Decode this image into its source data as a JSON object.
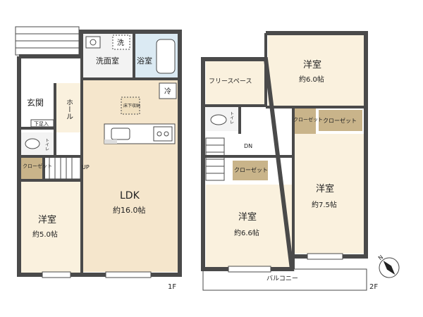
{
  "floor1": {
    "label": "1F",
    "rooms": {
      "genkan": "玄関",
      "hall": "ホール",
      "shitasoku": "下足入",
      "toilet": "トイレ",
      "closet": "クローゼット",
      "senmen": "洗面室",
      "sen": "洗",
      "yokushitsu": "浴室",
      "rei": "冷",
      "yukashita": "床下収納",
      "up": "UP",
      "ldk_name": "LDK",
      "ldk_size": "約16.0帖",
      "youshitsu_name": "洋室",
      "youshitsu_size": "約5.0帖"
    }
  },
  "floor2": {
    "label": "2F",
    "rooms": {
      "free_space": "フリースペース",
      "toilet": "トイレ",
      "dn": "DN",
      "room_a_name": "洋室",
      "room_a_size": "約6.0帖",
      "closet_small": "クローゼット",
      "closet_a": "クローゼット",
      "closet_b": "クローゼット",
      "room_b_name": "洋室",
      "room_b_size": "約7.5帖",
      "room_c_name": "洋室",
      "room_c_size": "約6.6帖",
      "balcony": "バルコニー"
    }
  },
  "compass": {
    "label": "N"
  },
  "colors": {
    "ldk_floor": "#f5e6cc",
    "room_floor": "#faf1de",
    "closet_fill": "#c9b48a",
    "wet_area": "#dbeaf3",
    "wall": "#4a4a4a"
  }
}
